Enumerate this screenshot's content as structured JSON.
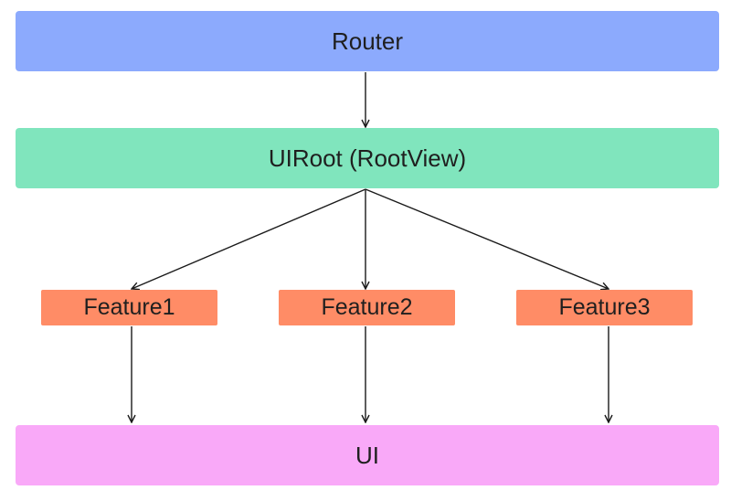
{
  "colors": {
    "router": "#8caafd",
    "uiroot": "#80e5bd",
    "feature": "#ff8c66",
    "ui": "#f9a9f8",
    "edge": "#1a1a1a"
  },
  "nodes": {
    "router": "Router",
    "uiroot": "UIRoot (RootView)",
    "features": [
      "Feature1",
      "Feature2",
      "Feature3"
    ],
    "ui": "UI"
  },
  "edges": [
    [
      "router",
      "uiroot"
    ],
    [
      "uiroot",
      "feature1"
    ],
    [
      "uiroot",
      "feature2"
    ],
    [
      "uiroot",
      "feature3"
    ],
    [
      "feature1",
      "ui"
    ],
    [
      "feature2",
      "ui"
    ],
    [
      "feature3",
      "ui"
    ]
  ]
}
